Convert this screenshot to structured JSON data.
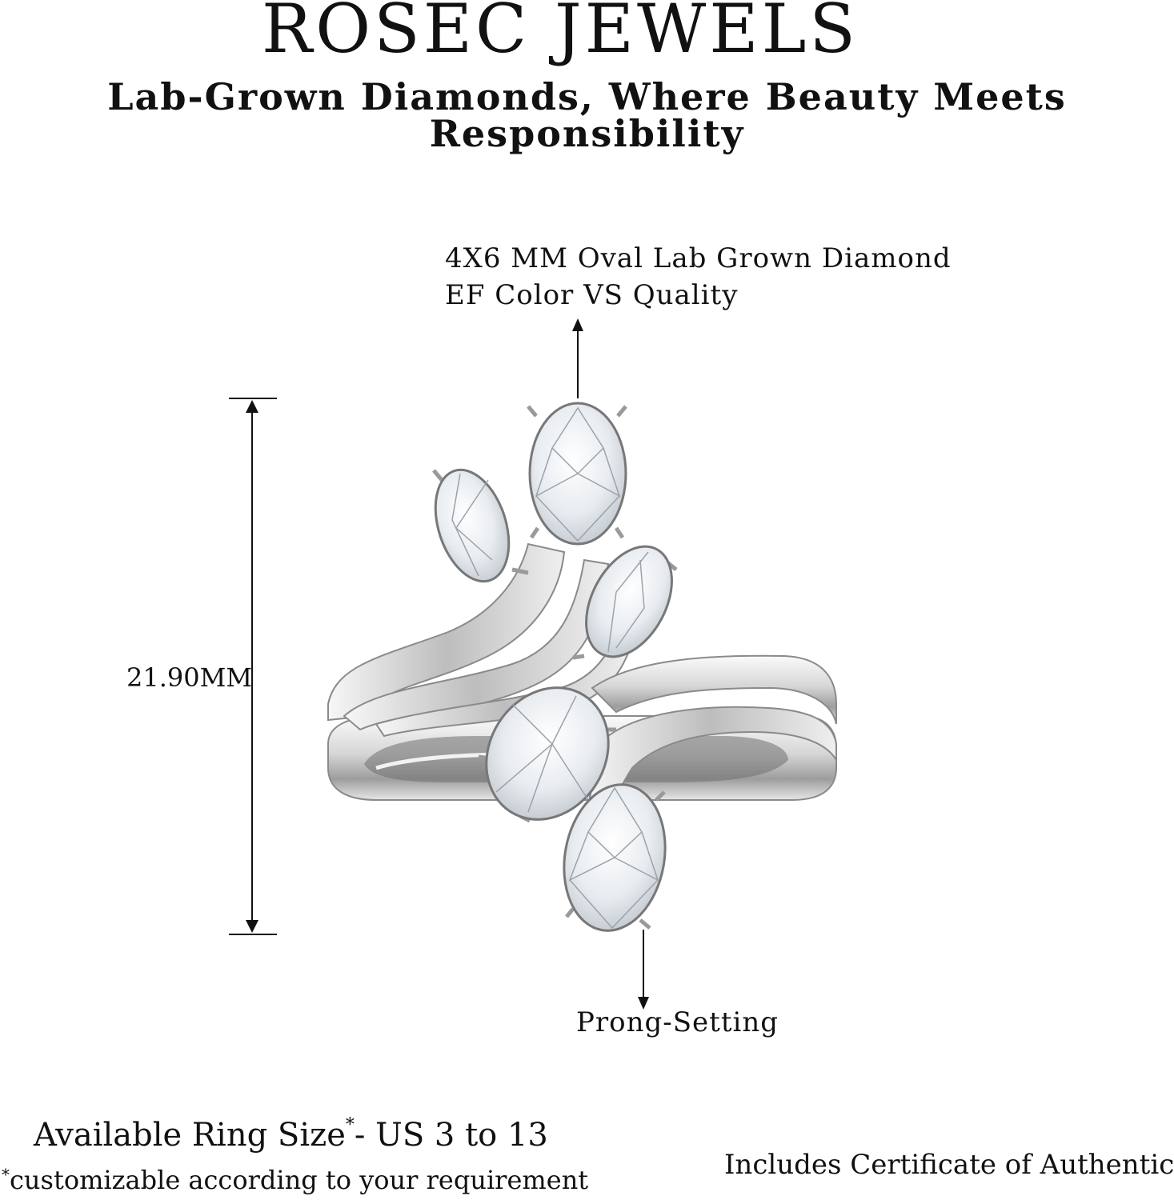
{
  "brand": {
    "name": "ROSEC JEWELS",
    "tagline": "Lab-Grown Diamonds, Where Beauty Meets Responsibility"
  },
  "callouts": {
    "stone_line1": "4X6 MM Oval Lab Grown Diamond",
    "stone_line2": "EF Color VS Quality",
    "height": "21.90MM",
    "setting": "Prong-Setting"
  },
  "footer": {
    "size_prefix": "Available Ring Size",
    "size_star": "*",
    "size_suffix": "- US 3 to 13",
    "custom_star": "*",
    "custom_text": "customizable according to your requirement",
    "certificate": "Includes Certificate of Authenticity"
  },
  "colors": {
    "text": "#111111",
    "metal_light": "#f4f4f4",
    "metal_mid": "#c9c9c9",
    "metal_dark": "#7a7a7a",
    "stone": "#e9edf1"
  }
}
